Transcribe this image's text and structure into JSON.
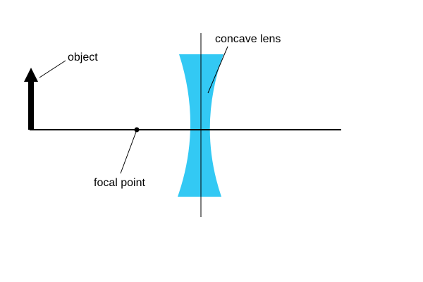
{
  "labels": {
    "object": "object",
    "lens": "concave lens",
    "focal_point": "focal point"
  },
  "colors": {
    "lens_fill": "#33c9f4",
    "line": "#000000",
    "background": "#ffffff"
  }
}
